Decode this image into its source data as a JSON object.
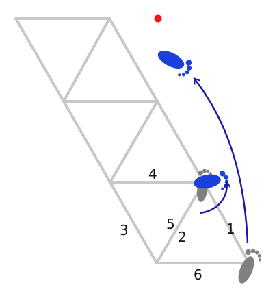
{
  "colors": {
    "grid": "#c8c8c8",
    "foot_start": "#808080",
    "foot_target": "#1c3fe0",
    "arrow": "#1a1aa8",
    "marker": "#e8141e",
    "text": "#111111"
  },
  "edge_labels": {
    "one": "1",
    "two": "2",
    "three": "3",
    "four": "4",
    "five": "5",
    "six": "6"
  },
  "icons": {
    "start_foot": "gray-footprint-icon",
    "target_foot": "blue-footprint-icon",
    "marker": "red-dot-icon"
  }
}
